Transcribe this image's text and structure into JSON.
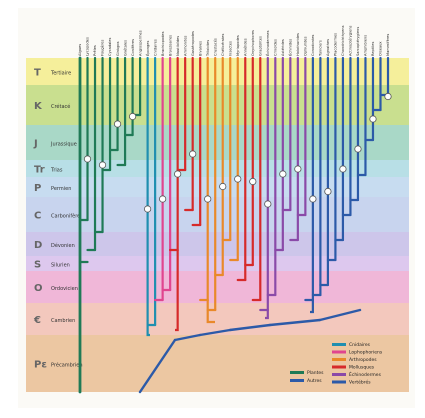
{
  "periods": [
    {
      "letter": "T",
      "label": "Tertiaire",
      "color": "#f5ef9b"
    },
    {
      "letter": "K",
      "label": "Crétacé",
      "color": "#c9df8f"
    },
    {
      "letter": "J",
      "label": "Jurassique",
      "color": "#a9d8c7"
    },
    {
      "letter": "Tr",
      "label": "Trias",
      "color": "#b8dfe6"
    },
    {
      "letter": "P",
      "label": "Permien",
      "color": "#c7dcf0"
    },
    {
      "letter": "C",
      "label": "Carbonifère",
      "color": "#c8d4ee"
    },
    {
      "letter": "D",
      "label": "Dévonien",
      "color": "#cdc6ea"
    },
    {
      "letter": "S",
      "label": "Silurien",
      "color": "#ddc8ee"
    },
    {
      "letter": "O",
      "label": "Ordovicien",
      "color": "#f0b7d8"
    },
    {
      "letter": "€",
      "label": "Cambrien",
      "color": "#f3c8bd"
    },
    {
      "letter": "Pε",
      "label": "Précambrien",
      "color": "#ecc7a2"
    }
  ],
  "taxa": [
    "Algues",
    "Lycopodes",
    "Prêles",
    "Fougères",
    "Cycadales",
    "Ginkgos",
    "Gnétales",
    "Conifères",
    "Angiospermes",
    "Éponges",
    "Cnidaires",
    "Brachiopodes",
    "Bryozoaires",
    "Nautiloïdes",
    "Ammonites",
    "Gastéropodes",
    "Bivalves",
    "Trilobites",
    "Crustacés",
    "Chélicérates",
    "Insectes",
    "Myriapodes",
    "Annélides",
    "Onychophores",
    "Graptolites",
    "Échinodermes",
    "Crinoïdes",
    "Astérides",
    "Échinides",
    "Holothurides",
    "Ophiurides",
    "Conodontes",
    "Tuniciers",
    "Agnathes",
    "Placodermes",
    "Chondrichthyens",
    "Actinoptérygiens",
    "Sarcoptérygiens",
    "Amphibiens",
    "Reptiles",
    "Oiseaux",
    "Mammifères"
  ],
  "legend": {
    "left": [
      {
        "label": "Plantes",
        "color": "#1f7a56"
      },
      {
        "label": "Autres",
        "color": "#2c5aa8"
      }
    ],
    "right": [
      {
        "label": "Cnidaires",
        "color": "#1f8fb0"
      },
      {
        "label": "Lophophoriens",
        "color": "#e0458f"
      },
      {
        "label": "Arthropodes",
        "color": "#e9892a"
      },
      {
        "label": "Mollusques",
        "color": "#d62a2a"
      },
      {
        "label": "Échinodermes",
        "color": "#8a4aa8"
      },
      {
        "label": "Vertébrés",
        "color": "#2c5aa8"
      }
    ]
  }
}
